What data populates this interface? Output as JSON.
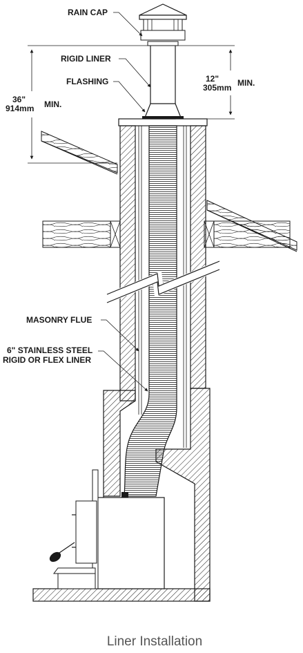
{
  "labels": {
    "rain_cap": "RAIN CAP",
    "rigid_liner": "RIGID LINER",
    "flashing": "FLASHING",
    "dim_36_in": "36\"",
    "dim_36_mm": "914mm",
    "dim_36_min": "MIN.",
    "dim_12_in": "12\"",
    "dim_12_mm": "305mm",
    "dim_12_min": "MIN.",
    "masonry_flue": "MASONRY FLUE",
    "liner_line1": "6\" STAINLESS STEEL",
    "liner_line2": "RIGID OR FLEX LINER"
  },
  "caption": "Liner Installation",
  "colors": {
    "line": "#1a1a1a",
    "hatch": "#1a1a1a",
    "caption": "#555555",
    "background": "#ffffff"
  }
}
